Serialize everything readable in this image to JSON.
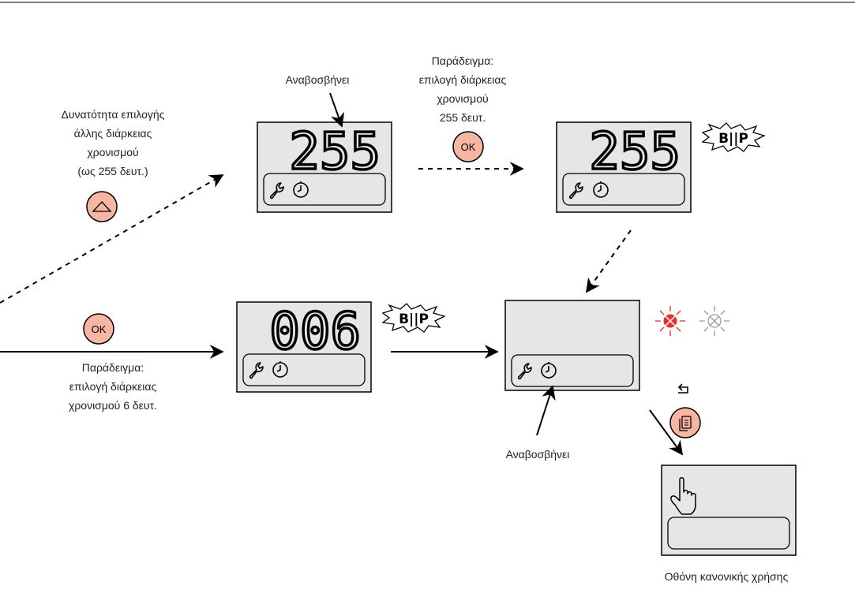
{
  "labels": {
    "top_left": [
      "Δυνατότητα επιλογής",
      "άλλης διάρκειας",
      "χρονισμού",
      "(ως 255 δευτ.)"
    ],
    "top_middle": [
      "Παράδειγμα:",
      "επιλογή διάρκειας",
      "χρονισμού",
      "255 δευτ."
    ],
    "bottom_left": [
      "Παράδειγμα:",
      "επιλογή διάρκειας",
      "χρονισμού 6 δευτ."
    ],
    "blinks_top": "Αναβοσβήνει",
    "blinks_bottom": "Αναβοσβήνει",
    "normal_use_screen": "Οθόνη κανονικής χρήσης"
  },
  "displays": {
    "top_middle_value": "255",
    "top_right_value": "255",
    "bottom_middle_value": "006"
  },
  "buttons": {
    "ok": "OK",
    "beep": "B||P"
  },
  "colors": {
    "button_fill": "#f6b6a3",
    "screen_fill": "#e6e6e6",
    "led_red": "#e8312f",
    "led_grey": "#9a9a9a"
  },
  "icons": [
    "wrench-icon",
    "timer-icon",
    "up-arrow-icon",
    "menu-icon",
    "back-icon",
    "hand-pointer-icon",
    "led-icon"
  ]
}
